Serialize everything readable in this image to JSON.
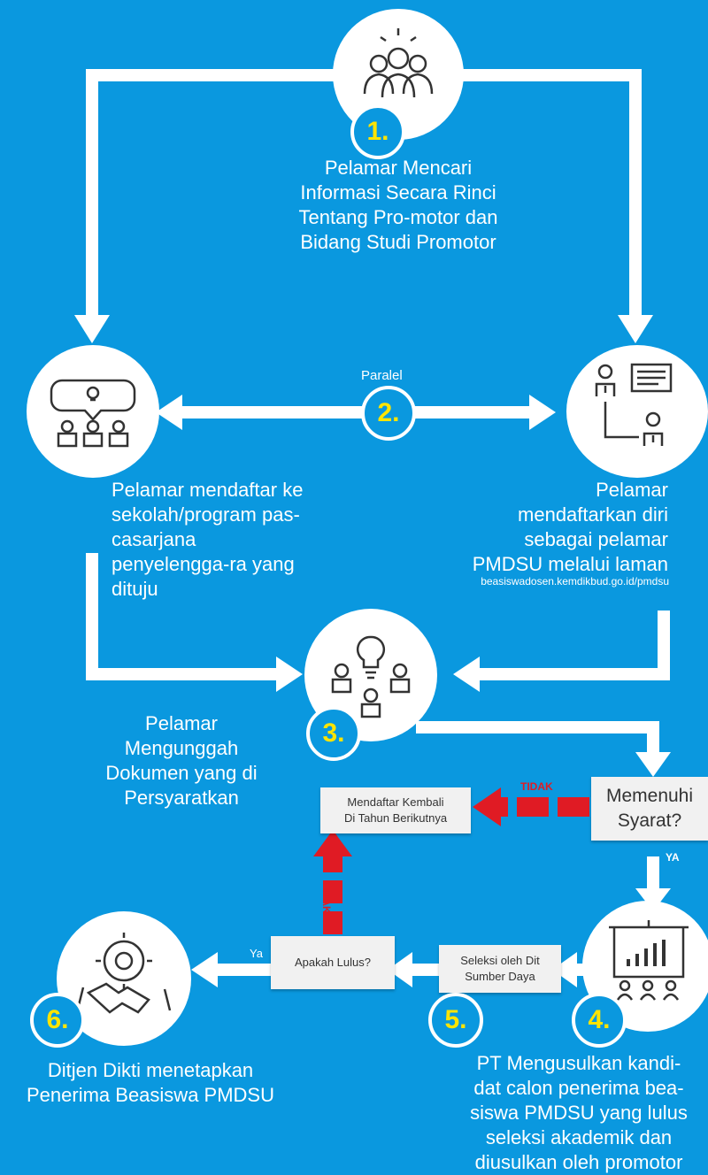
{
  "steps": {
    "s1": {
      "number": "1.",
      "text": "Pelamar Mencari\nInformasi Secara Rinci\nTentang Pro-motor dan\nBidang Studi Promotor"
    },
    "s2": {
      "number": "2.",
      "label": "Paralel",
      "left_text": "Pelamar mendaftar ke\nsekolah/program pas-\ncasarjana\npenyelengga-ra yang\ndituju",
      "right_text": "Pelamar\nmendaftarkan diri\nsebagai pelamar\nPMDSU melalui laman",
      "url": "beasiswadosen.kemdikbud.go.id/pmdsu"
    },
    "s3": {
      "number": "3.",
      "text": "Pelamar\nMengunggah\nDokumen yang di\nPersyaratkan"
    },
    "s4": {
      "number": "4.",
      "text": "PT Mengusulkan kandi-\ndat calon penerima bea-\nsiswa PMDSU yang lulus\nseleksi akademik dan\ndiusulkan oleh promotor"
    },
    "s5": {
      "number": "5."
    },
    "s6": {
      "number": "6.",
      "text": "Ditjen Dikti menetapkan\nPenerima Beasiswa PMDSU"
    }
  },
  "boxes": {
    "memenuhi": "Memenuhi\nSyarat?",
    "mendaftar_kembali": "Mendaftar Kembali\nDi Tahun Berikutnya",
    "seleksi": "Seleksi oleh Dit\nSumber Daya",
    "apakah_lulus": "Apakah Lulus?"
  },
  "labels": {
    "tidak_horizontal": "TIDAK",
    "tidak_vertical": "TIDAK",
    "ya_caps": "YA",
    "ya": "Ya"
  },
  "colors": {
    "background": "#0a98df",
    "number": "#ffe400",
    "no_arrow": "#e01b24"
  }
}
